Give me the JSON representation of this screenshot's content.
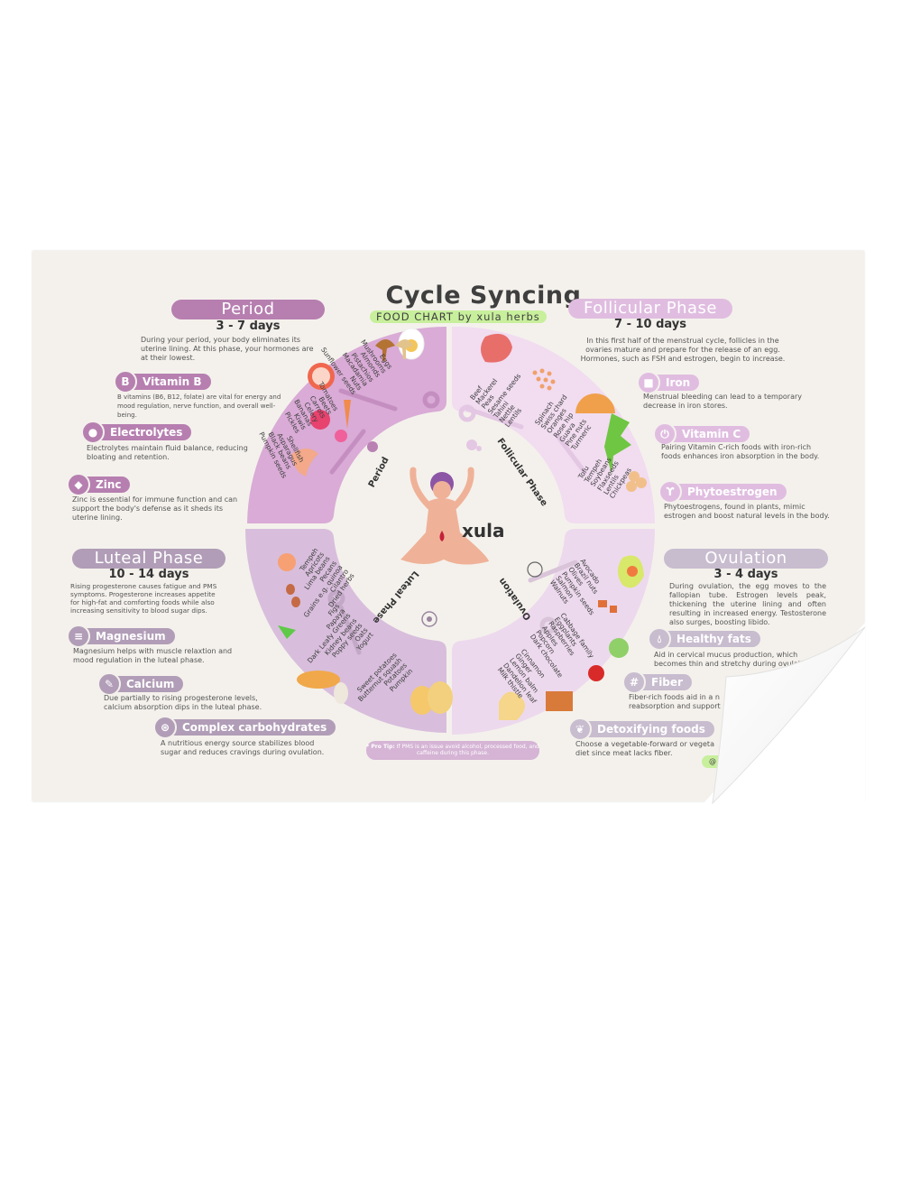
{
  "header": {
    "title": "Cycle Syncing",
    "subtitle": "FOOD CHART by xula herbs"
  },
  "logo": "xula",
  "colors": {
    "background": "#f4f1ec",
    "period": "#b67fb0",
    "period_ring": "#d9abd6",
    "follicular": "#e0bde0",
    "follicular_ring": "#f1dcf0",
    "luteal": "#b19db7",
    "luteal_ring": "#d8bedc",
    "ovulation": "#c8bccf",
    "ovulation_ring": "#edd9ed",
    "subtitle_bg": "#c8ef9c"
  },
  "phases": {
    "period": {
      "name": "Period",
      "days": "3 - 7 days",
      "description": "During your period, your body eliminates its uterine lining. At this phase, your hormones are at their lowest.",
      "ring_label": "Period",
      "nutrients": [
        {
          "name": "Vitamin B",
          "icon": "letter-b-icon",
          "text": "B vitamins (B6, B12, folate) are vital for energy and mood regulation, nerve function, and overall well-being."
        },
        {
          "name": "Electrolytes",
          "icon": "bubbles-icon",
          "text": "Electrolytes maintain fluid balance, reducing bloating and retention."
        },
        {
          "name": "Zinc",
          "icon": "diamond-icon",
          "text": "Zinc is essential for immune function and can support the body's defense as it sheds its uterine lining."
        }
      ],
      "foods": [
        [
          "Eggs",
          "Mushrooms",
          "Almonds",
          "Pistachios",
          "Macadamia",
          "Nuts",
          "Sunflower seeds"
        ],
        [
          "Tomatoes",
          "Beets",
          "Carrots",
          "Celery",
          "Bananas",
          "Kiwis",
          "Pickles"
        ],
        [
          "Shellfish",
          "Asparagus",
          "Black beans",
          "Pumpkin seeds"
        ]
      ]
    },
    "follicular": {
      "name": "Follicular Phase",
      "days": "7 - 10 days",
      "description": "In this first half of the menstrual cycle, follicles in the ovaries mature and prepare for the release of an egg. Hormones, such as FSH and estrogen, begin to increase.",
      "ring_label": "Follicular Phase",
      "nutrients": [
        {
          "name": "Iron",
          "icon": "cube-icon",
          "text": "Menstrual bleeding can lead to a temporary decrease in iron stores."
        },
        {
          "name": "Vitamin C",
          "icon": "power-icon",
          "text": "Pairing Vitamin C-rich foods with iron-rich foods enhances iron absorption in the body."
        },
        {
          "name": "Phytoestrogen",
          "icon": "sprout-icon",
          "text": "Phytoestrogens, found in plants, mimic estrogen and boost natural levels in the body."
        }
      ],
      "foods": [
        [
          "Beef",
          "Mackerel",
          "Peas",
          "Sesame seeds",
          "Tahini",
          "Nettle",
          "Lentils"
        ],
        [
          "Spinach",
          "Swiss chard",
          "Oranges",
          "Rose hip",
          "Guava",
          "Pine nuts",
          "Turmeric"
        ],
        [
          "Tofu",
          "Tempeh",
          "Soybeans",
          "Flaxseeds",
          "Lentils",
          "Chickpeas"
        ]
      ]
    },
    "luteal": {
      "name": "Luteal Phase",
      "days": "10 - 14 days",
      "description": "Rising progesterone causes fatigue and PMS symptoms. Progesterone increases appetite for high-fat and comforting foods while also increasing sensitivity to blood sugar dips.",
      "ring_label": "Luteal Phase",
      "nutrients": [
        {
          "name": "Magnesium",
          "icon": "stripes-icon",
          "text": "Magnesium helps with muscle relaxtion and mood regulation in the luteal phase."
        },
        {
          "name": "Calcium",
          "icon": "bone-icon",
          "text": "Due partially to rising progesterone levels, calcium absorption dips in the luteal phase."
        },
        {
          "name": "Complex carbohydrates",
          "icon": "rings-icon",
          "text": "A nutritious energy source stabilizes blood sugar and reduces cravings during ovulation."
        }
      ],
      "foods": [
        [
          "Tempeh",
          "Apricots",
          "Lima beans",
          "Pecans",
          "Grains e.g. quinoa",
          "Cilantro",
          "Dried herbs"
        ],
        [
          "Figs",
          "Papaya",
          "Dark Leafy Greens",
          "Kidney beans",
          "Poppy seeds",
          "Oats",
          "Yogurt"
        ],
        [
          "Sweet potatoes",
          "Butternut squash",
          "Potatoes",
          "Pumpkin"
        ]
      ],
      "pro_tip_label": "* Pro Tip:",
      "pro_tip": "If PMS is an issue avoid alcohol, processed food, and caffeine during this phase."
    },
    "ovulation": {
      "name": "Ovulation",
      "days": "3 - 4 days",
      "description": "During ovulation, the egg moves to the fallopian tube. Estrogen levels peak, thickening the uterine lining and often resulting in increased energy. Testosterone also surges, boosting libido.",
      "ring_label": "Ovulation",
      "nutrients": [
        {
          "name": "Healthy fats",
          "icon": "drop-icon",
          "text": "Aid in cervical mucus production, which becomes thin and stretchy during ovulation"
        },
        {
          "name": "Fiber",
          "icon": "fiber-icon",
          "text": "Fiber-rich foods aid in a n reabsorption and support"
        },
        {
          "name": "Detoxifying foods",
          "icon": "leaf-icon",
          "text": "Choose a vegetable-forward or vegeta diet since meat lacks fiber."
        }
      ],
      "foods": [
        [
          "Avocado",
          "Brazil nuts",
          "Olives",
          "Pumpkin seeds",
          "Salmon",
          "Walnuts"
        ],
        [
          "Cabbage family",
          "Eggplants",
          "Raspberries",
          "Apples",
          "Popcorn",
          "Dark chocolate"
        ],
        [
          "Cinnamon",
          "Ginger",
          "Lemon balm",
          "Dandelion leaf",
          "Milk thistle"
        ]
      ],
      "handle": "@"
    }
  }
}
